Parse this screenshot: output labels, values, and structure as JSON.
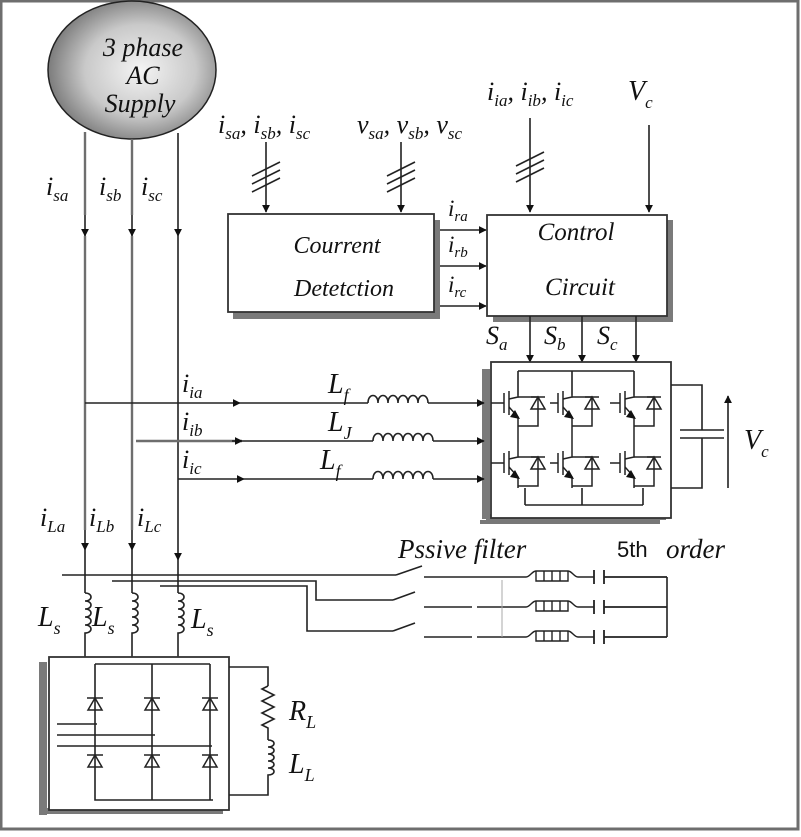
{
  "supply": {
    "line1": "3 phase",
    "line2": "AC",
    "line3": "Supply"
  },
  "source_currents": [
    {
      "sym": "i",
      "sub": "sa"
    },
    {
      "sym": "i",
      "sub": "sb"
    },
    {
      "sym": "i",
      "sub": "sc"
    }
  ],
  "inputs": {
    "source_currents_label": {
      "parts": [
        {
          "sym": "i",
          "sub": "sa"
        },
        {
          "sym": "i",
          "sub": "sb"
        },
        {
          "sym": "i",
          "sub": "sc"
        }
      ]
    },
    "source_voltages_label": {
      "parts": [
        {
          "sym": "v",
          "sub": "sa"
        },
        {
          "sym": "v",
          "sub": "sb"
        },
        {
          "sym": "v",
          "sub": "sc"
        }
      ]
    },
    "inverter_currents_label": {
      "parts": [
        {
          "sym": "i",
          "sub": "ia"
        },
        {
          "sym": "i",
          "sub": "ib"
        },
        {
          "sym": "i",
          "sub": "ic"
        }
      ]
    },
    "dc_voltage_label": {
      "sym": "V",
      "sub": "c"
    }
  },
  "current_detection": {
    "line1": "Courrent",
    "line2": "Detetction"
  },
  "control_circuit": {
    "line1": "Control",
    "line2": "Circuit"
  },
  "reference_currents": [
    {
      "sym": "i",
      "sub": "ra"
    },
    {
      "sym": "i",
      "sub": "rb"
    },
    {
      "sym": "i",
      "sub": "rc"
    }
  ],
  "switching_signals": [
    {
      "sym": "S",
      "sub": "a"
    },
    {
      "sym": "S",
      "sub": "b"
    },
    {
      "sym": "S",
      "sub": "c"
    }
  ],
  "inverter_currents": [
    {
      "sym": "i",
      "sub": "ia"
    },
    {
      "sym": "i",
      "sub": "ib"
    },
    {
      "sym": "i",
      "sub": "ic"
    }
  ],
  "filter_inductors": [
    {
      "sym": "L",
      "sub": "f"
    },
    {
      "sym": "L",
      "sub": "J"
    },
    {
      "sym": "L",
      "sub": "f"
    }
  ],
  "dc_link": {
    "sym": "V",
    "sub": "c"
  },
  "load_currents": [
    {
      "sym": "i",
      "sub": "La"
    },
    {
      "sym": "i",
      "sub": "Lb"
    },
    {
      "sym": "i",
      "sub": "Lc"
    }
  ],
  "line_inductors": [
    {
      "sym": "L",
      "sub": "s"
    },
    {
      "sym": "L",
      "sub": "s"
    },
    {
      "sym": "L",
      "sub": "s"
    }
  ],
  "passive_filter": {
    "title_prefix": "Pssive filter",
    "order_number": "5th",
    "order_word": "order"
  },
  "load": {
    "resistor": {
      "sym": "R",
      "sub": "L"
    },
    "inductor": {
      "sym": "L",
      "sub": "L"
    }
  }
}
